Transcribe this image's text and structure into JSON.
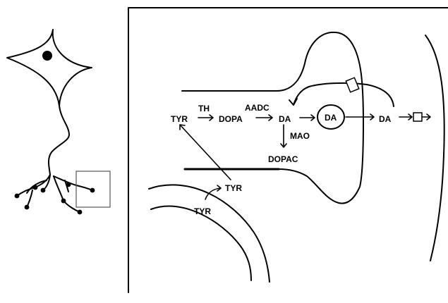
{
  "diagram": {
    "labels": {
      "tyr_main": "TYR",
      "th": "TH",
      "dopa": "DOPA",
      "aadc": "AADC",
      "da_cytosol": "DA",
      "da_vesicle": "DA",
      "da_released": "DA",
      "mao": "MAO",
      "dopac": "DOPAC",
      "tyr_blood_in": "TYR",
      "tyr_blood": "TYR"
    },
    "colors": {
      "ink": "#000000",
      "background": "#ffffff",
      "membrane_gray": "#6e6e6e"
    }
  }
}
